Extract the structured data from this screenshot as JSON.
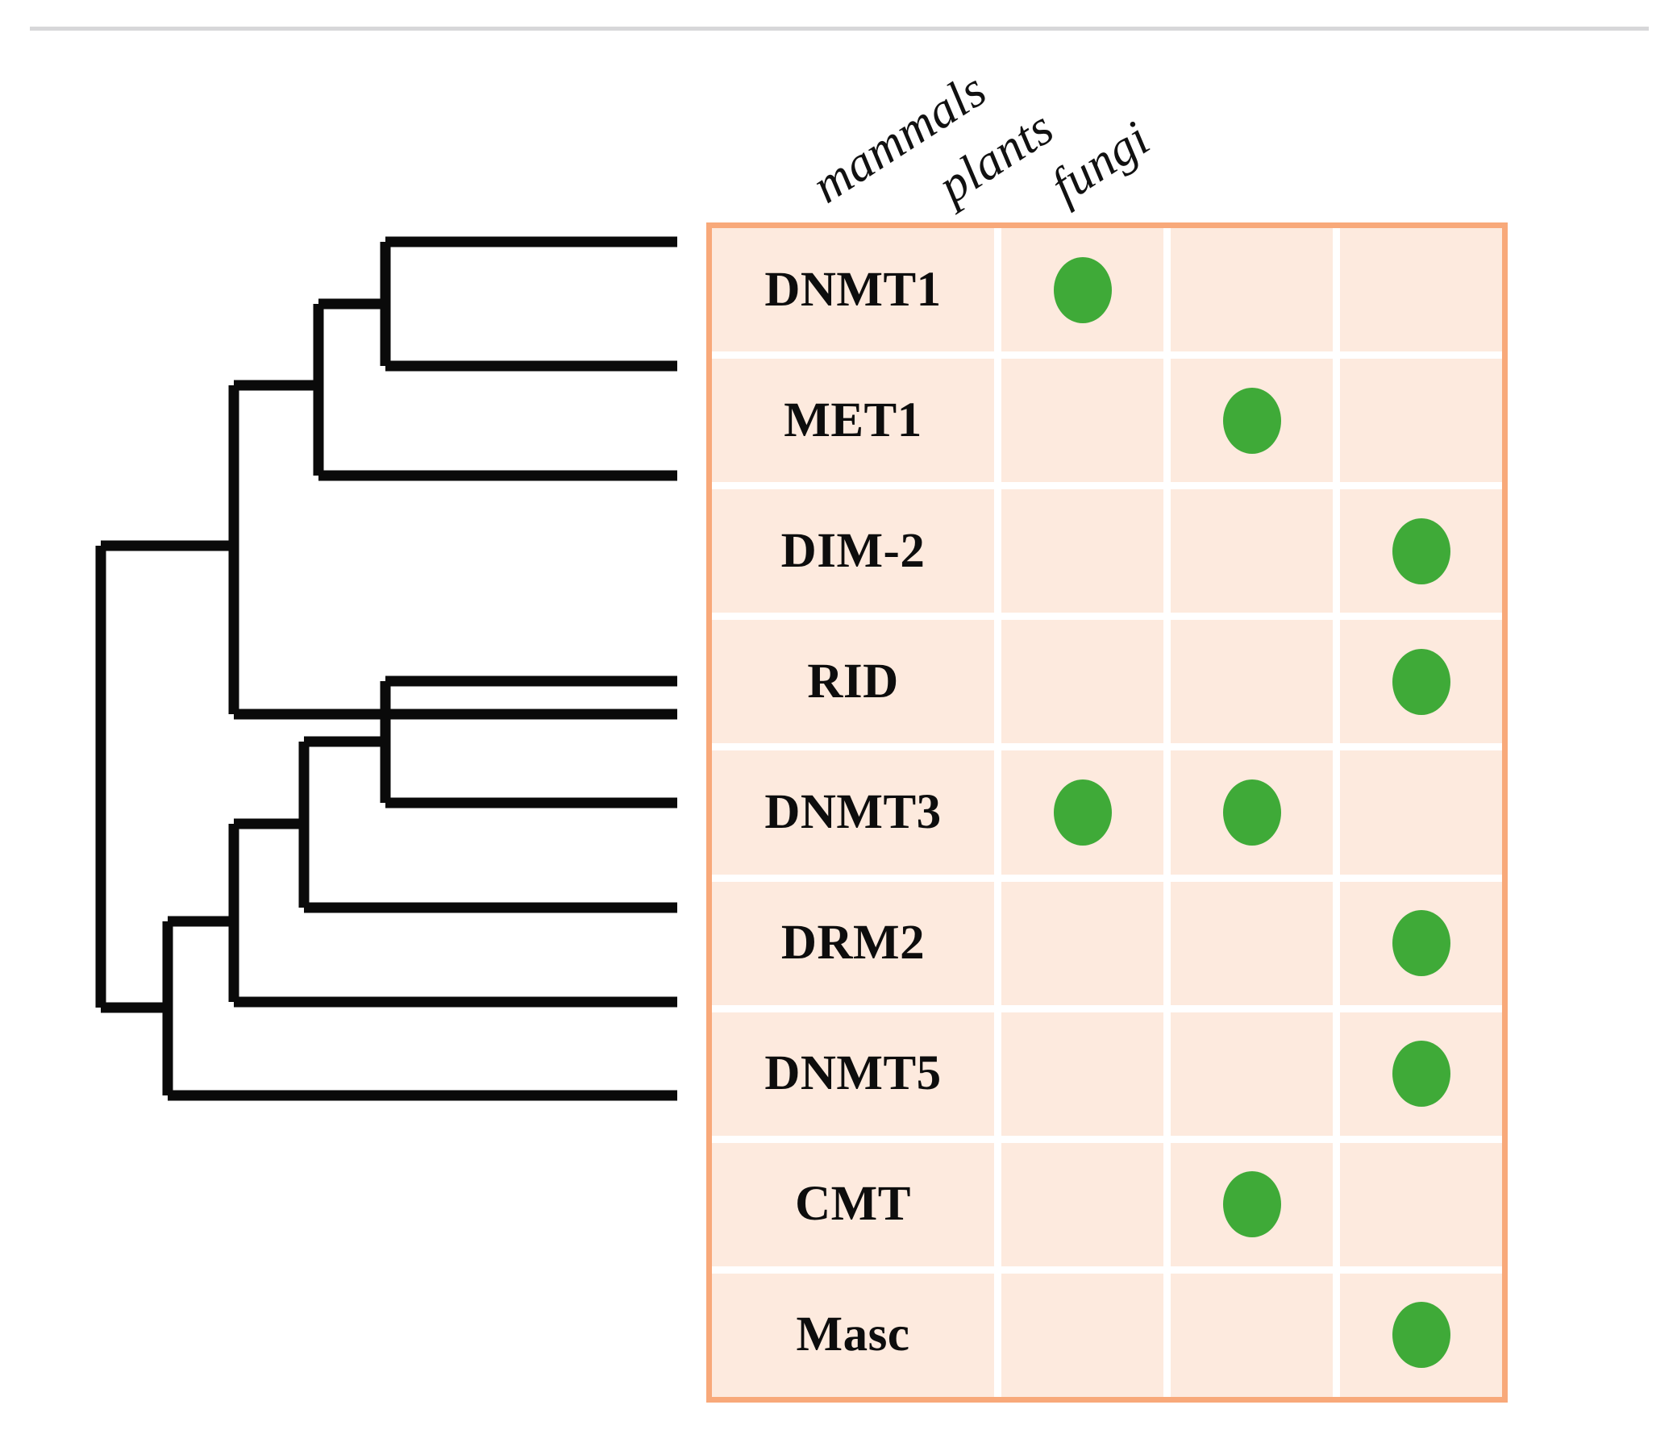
{
  "figure": {
    "type": "phylogenetic-tree-with-presence-absence-matrix",
    "accent_border": "#f8a97a",
    "cell_fill": "#fdeade",
    "dot_color": "#3faa38",
    "rule_color": "#d7d7d9"
  },
  "columns": [
    {
      "key": "mammals",
      "label": "mammals"
    },
    {
      "key": "plants",
      "label": "plants"
    },
    {
      "key": "fungi",
      "label": "fungi"
    }
  ],
  "rows": [
    {
      "gene": "DNMT1",
      "mammals": true,
      "plants": false,
      "fungi": false
    },
    {
      "gene": "MET1",
      "mammals": false,
      "plants": true,
      "fungi": false
    },
    {
      "gene": "DIM-2",
      "mammals": false,
      "plants": false,
      "fungi": true
    },
    {
      "gene": "RID",
      "mammals": false,
      "plants": false,
      "fungi": true
    },
    {
      "gene": "DNMT3",
      "mammals": true,
      "plants": true,
      "fungi": false
    },
    {
      "gene": "DRM2",
      "mammals": false,
      "plants": false,
      "fungi": true
    },
    {
      "gene": "DNMT5",
      "mammals": false,
      "plants": false,
      "fungi": true
    },
    {
      "gene": "CMT",
      "mammals": false,
      "plants": true,
      "fungi": false
    },
    {
      "gene": "Masc",
      "mammals": false,
      "plants": false,
      "fungi": true
    }
  ],
  "chart_data": {
    "type": "table",
    "title": "",
    "categories": [
      "mammals",
      "plants",
      "fungi"
    ],
    "row_labels": [
      "DNMT1",
      "MET1",
      "DIM-2",
      "RID",
      "DNMT3",
      "DRM2",
      "DNMT5",
      "CMT",
      "Masc"
    ],
    "values": [
      [
        1,
        0,
        0
      ],
      [
        0,
        1,
        0
      ],
      [
        0,
        0,
        1
      ],
      [
        0,
        0,
        1
      ],
      [
        1,
        1,
        0
      ],
      [
        0,
        0,
        1
      ],
      [
        0,
        0,
        1
      ],
      [
        0,
        1,
        0
      ],
      [
        0,
        0,
        1
      ]
    ],
    "encoding": "1 = green dot present, 0 = empty cell",
    "tree": {
      "newick": "(((((DNMT1,MET1),DIM-2),RID),((((DNMT3,DRM2),DNMT5),CMT),Masc)));",
      "tip_order": [
        "DNMT1",
        "MET1",
        "DIM-2",
        "RID",
        "DNMT3",
        "DRM2",
        "DNMT5",
        "CMT",
        "Masc"
      ],
      "style": "rectangular-cladogram",
      "line_color": "#000000"
    }
  }
}
